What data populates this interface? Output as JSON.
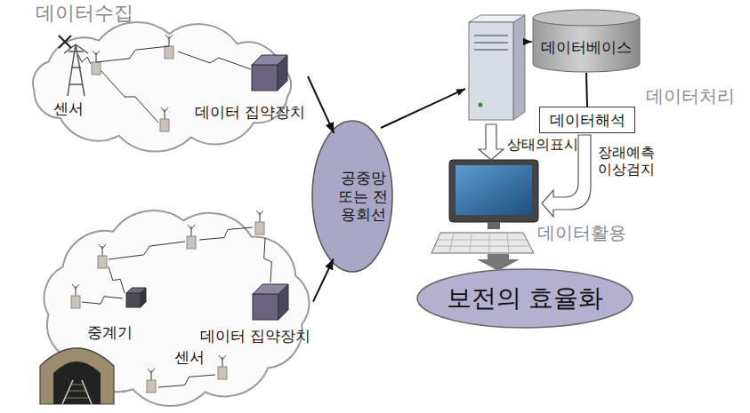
{
  "diagram": {
    "nodes": [
      {
        "text": [
          "센서"
        ]
      },
      {
        "text": [
          "데이터 집약장치"
        ],
        "in": 0
      },
      {
        "text": [
          "센서"
        ]
      },
      {
        "text": [
          "중계기"
        ],
        "in": 2
      },
      {
        "text": [
          "데이터 집약장치"
        ],
        "in": 2
      },
      {
        "text": [
          "공중망 또는 전용회선"
        ]
      },
      {
        "text": [
          "데이터베이스"
        ]
      },
      {
        "text": [
          "데이터해석"
        ]
      },
      {
        "text": [
          "보전의 효율화"
        ]
      }
    ],
    "edges": [
      {
        "from": 1,
        "to": 5,
        "arrow": "to"
      },
      {
        "from": 4,
        "to": 5,
        "arrow": "to"
      },
      {
        "from": 6,
        "to": 7,
        "arrow": "none"
      }
    ],
    "labels": [
      "데이터수집",
      "데이터처리",
      "상태의표시",
      "장래예측 이상검지",
      "데이터활용"
    ]
  }
}
